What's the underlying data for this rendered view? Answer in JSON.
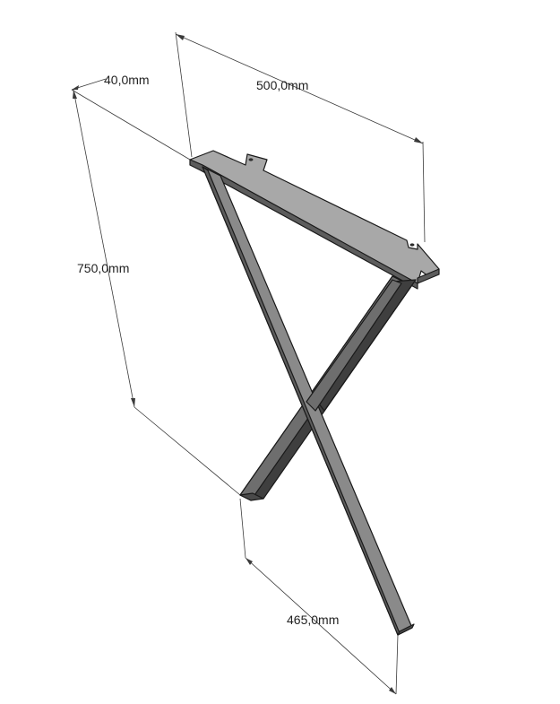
{
  "dimensions": {
    "thickness": "40,0mm",
    "width_top": "500,0mm",
    "height": "750,0mm",
    "width_bottom": "465,0mm"
  },
  "colors": {
    "steel_front": "#8a8a8a",
    "steel_side": "#5c5c5c",
    "steel_top": "#a8a8a8",
    "steel_dark": "#3f3f3f",
    "dimension_line": "#3a3a3a",
    "background": "#ffffff"
  }
}
